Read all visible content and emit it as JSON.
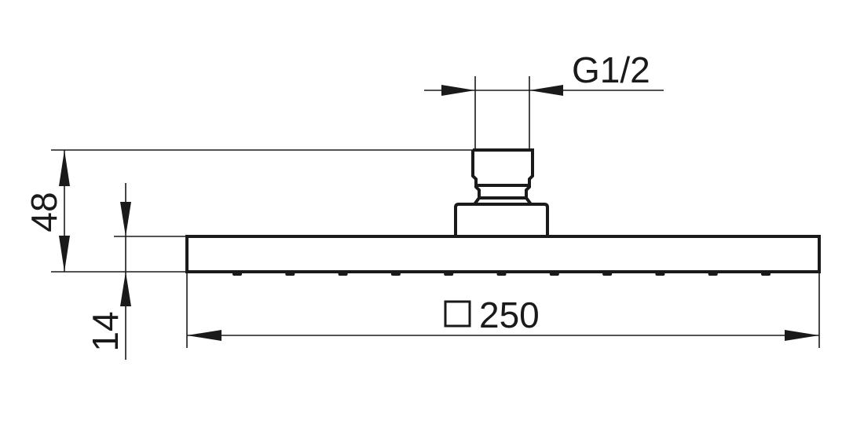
{
  "drawing": {
    "thread_label": "G1/2",
    "total_height_label": "48",
    "head_thickness_label": "14",
    "width_label": "250",
    "width_symbol": "square-symbol",
    "nozzle_count": 11,
    "line_color": "#1a1a1a"
  }
}
